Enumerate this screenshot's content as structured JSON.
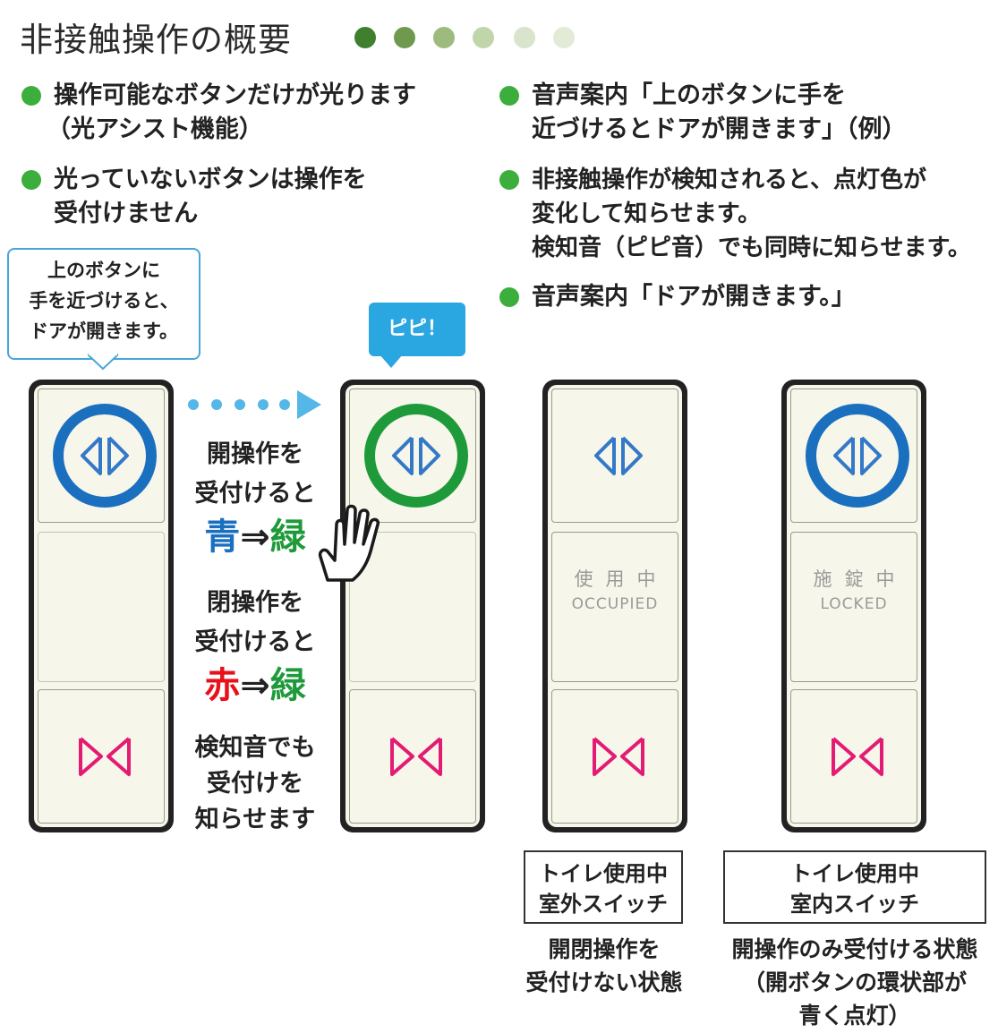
{
  "title": "非接触操作の概要",
  "progress_dots": [
    "#3f7f2e",
    "#6f9a4d",
    "#9cbb7d",
    "#c1d5ab",
    "#d8e4cb",
    "#e2ead8"
  ],
  "colors": {
    "bullet": "#3cae3c",
    "blue": "#1b6fbf",
    "green": "#1f9a3a",
    "red": "#e8101a",
    "pink": "#e31b74",
    "callout_border": "#4aa6d8",
    "bubble": "#2aa6e0"
  },
  "left_bullets": [
    {
      "lines": [
        "操作可能なボタンだけが光ります",
        "（光アシスト機能）"
      ]
    },
    {
      "lines": [
        "光っていないボタンは操作を",
        "受付けません"
      ]
    }
  ],
  "right_bullets": [
    {
      "lines": [
        "音声案内「上のボタンに手を",
        "近づけるとドアが開きます」（例）"
      ]
    },
    {
      "lines": [
        "非接触操作が検知されると、点灯色が",
        "変化して知らせます。",
        "検知音（ピピ音）でも同時に知らせます。"
      ]
    },
    {
      "lines": [
        "音声案内「ドアが開きます。」"
      ]
    }
  ],
  "callout": {
    "lines": [
      "上のボタンに",
      "手を近づけると、",
      "ドアが開きます。"
    ]
  },
  "bubble": {
    "text": "ピピ！"
  },
  "middle_text": {
    "open_l1": "開操作を",
    "open_l2": "受付けると",
    "open_from": "青",
    "arrow": "⇒",
    "open_to": "緑",
    "close_l1": "閉操作を",
    "close_l2": "受付けると",
    "close_from": "赤",
    "close_to": "緑",
    "sound_l1": "検知音でも",
    "sound_l2": "受付けを",
    "sound_l3": "知らせます"
  },
  "panels": [
    {
      "ring": "blue",
      "sign": null
    },
    {
      "ring": "green",
      "sign": null
    },
    {
      "ring": "none",
      "sign": {
        "jp": "使用中",
        "en": "OCCUPIED"
      }
    },
    {
      "ring": "blue",
      "sign": {
        "jp": "施錠中",
        "en": "LOCKED"
      }
    }
  ],
  "boxes": [
    {
      "lines": [
        "トイレ使用中",
        "室外スイッチ"
      ]
    },
    {
      "lines": [
        "トイレ使用中",
        "室内スイッチ"
      ]
    }
  ],
  "captions": [
    {
      "lines": [
        "開閉操作を",
        "受付けない状態"
      ]
    },
    {
      "lines": [
        "開操作のみ受付ける状態",
        "（開ボタンの環状部が",
        "青く点灯）"
      ]
    }
  ],
  "icons": {
    "open": "door-open-arrows-icon",
    "close": "door-close-arrows-icon",
    "hand": "hand-pointer-icon"
  }
}
